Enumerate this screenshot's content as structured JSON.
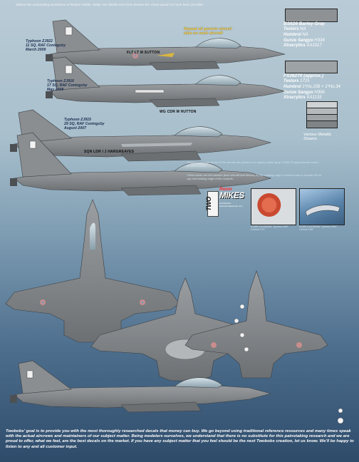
{
  "credit_text": "without the outstanding assistance of Robert Fielder, Wally Van Winkle and Chris Brewer this sheet would not have been possible.",
  "aircraft": [
    {
      "caption_l1": "Typhoon ZJ922",
      "caption_l2": "11 SQ, RAF Coningsby",
      "caption_l3": "March 2009",
      "serial": "FLT LT M SUTTON"
    },
    {
      "caption_l1": "Typhoon ZJ916",
      "caption_l2": "17 SQ, RAF Coningsby",
      "caption_l3": "May 2008",
      "serial": "WG CDR M HUTTON"
    },
    {
      "caption_l1": "Typhoon ZJ915",
      "caption_l2": "29 SQ, RAF Coningsby",
      "caption_l3": "August 2007",
      "serial": "SQN LDR I J HARGREAVES"
    }
  ],
  "repeat_note_l1": "Repeat all generic stencil",
  "repeat_note_l2": "data on each aircraft",
  "colors": {
    "barley_gray": "#8e9295",
    "fs36270": "#9ea3a6",
    "metallic": [
      "#cfd2d4",
      "#b5b9bc",
      "#9fa3a6",
      "#808487"
    ],
    "accent_yellow": "#ffd84a"
  },
  "spec1": {
    "heading": "BS626 Barley Gray",
    "lines": [
      {
        "brand": "Testors",
        "code": "NA"
      },
      {
        "brand": "Humbrol",
        "code": "NA"
      },
      {
        "brand": "Gunze Sangyo",
        "code": "H334"
      },
      {
        "brand": "Xtracrylics",
        "code": "XA1017"
      }
    ]
  },
  "spec2": {
    "heading": "FS36270 (approx.)",
    "lines": [
      {
        "brand": "Testors",
        "code": "1725"
      },
      {
        "brand": "Humbrol",
        "code": "1*Hu.156 + 1*Hu.34"
      },
      {
        "brand": "Gunze Sangyo",
        "code": "H306"
      },
      {
        "brand": "Xtracrylics",
        "code": "XA1133"
      }
    ]
  },
  "metallic_label_l1": "Various Metallic",
  "metallic_label_l2": "Sheens",
  "note1": "Various composite areas of the aircraft are painted in a slightly darker gray. FS36270 approximate match for these areas.",
  "note2": "These areas are the radome (both aircraft and sensor, ECM), leading edge of vertical stab to include the fin cap and leading edge of the canards.",
  "logo": {
    "two": "TWO",
    "resin": "Resin",
    "mikes": "MIKES",
    "sub": "Accessories  www.twomikesresin.com"
  },
  "photo_caption_1": "#1488 Gun/Splitter Typhoon RAF Overall 1/72",
  "photo_caption_2": "#1489 Gun/Splitter Typhoon RAF Overall 1/48",
  "footer": "Twobobs' goal is to provide you with the most thoroughly researched decals that money can buy.  We go beyond using traditional reference resources and many times speak with the actual aircrews and maintainers of our subject matter. Being modelers ourselves, we understand that there is no substitute for this painstaking research and we are proud to offer, what we feel, are the best decals on the market.  If you have any subject matter that you feel should be the next Twobobs creation, let us know.  We'll be happy to listen to any and all customer input."
}
